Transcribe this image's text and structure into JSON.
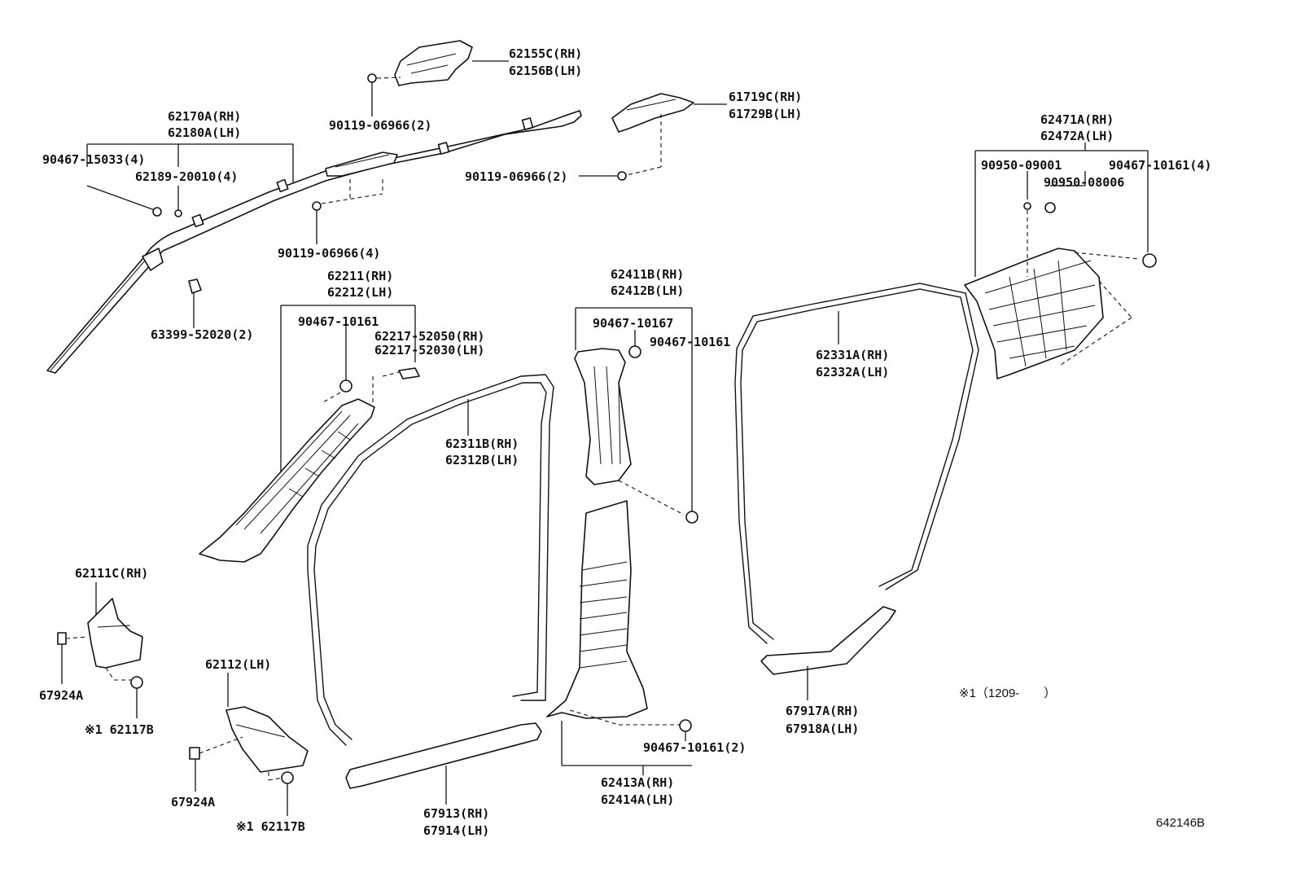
{
  "diagram": {
    "code": "642146B",
    "note": "※1（1209-　　）",
    "labels": {
      "p62155C": "62155C(RH)",
      "p62156B": "62156B(LH)",
      "p90119_a": "90119-06966(2)",
      "p61719C": "61719C(RH)",
      "p61729B": "61729B(LH)",
      "p90119_b": "90119-06966(2)",
      "p62170A": "62170A(RH)",
      "p62180A": "62180A(LH)",
      "p90467_15033": "90467-15033(4)",
      "p62189": "62189-20010(4)",
      "p90119_c": "90119-06966(4)",
      "p63399": "63399-52020(2)",
      "p62211": "62211(RH)",
      "p62212": "62212(LH)",
      "p90467_10161_a": "90467-10161",
      "p62217_52050": "62217-52050(RH)",
      "p62217_52030": "62217-52030(LH)",
      "p62311B": "62311B(RH)",
      "p62312B": "62312B(LH)",
      "p62411B": "62411B(RH)",
      "p62412B": "62412B(LH)",
      "p90467_10167": "90467-10167",
      "p90467_10161_b": "90467-10161",
      "p62331A": "62331A(RH)",
      "p62332A": "62332A(LH)",
      "p62471A": "62471A(RH)",
      "p62472A": "62472A(LH)",
      "p90950_09001": "90950-09001",
      "p90950_08006": "90950-08006",
      "p90467_10161_c": "90467-10161(4)",
      "p62111C": "62111C(RH)",
      "p67924A_a": "67924A",
      "p62117B_a": "※1 62117B",
      "p62112": "62112(LH)",
      "p67924A_b": "67924A",
      "p62117B_b": "※1 62117B",
      "p67913": "67913(RH)",
      "p67914": "67914(LH)",
      "p90467_10161_d": "90467-10161(2)",
      "p62413A": "62413A(RH)",
      "p62414A": "62414A(LH)",
      "p67917A": "67917A(RH)",
      "p67918A": "67918A(LH)"
    }
  }
}
